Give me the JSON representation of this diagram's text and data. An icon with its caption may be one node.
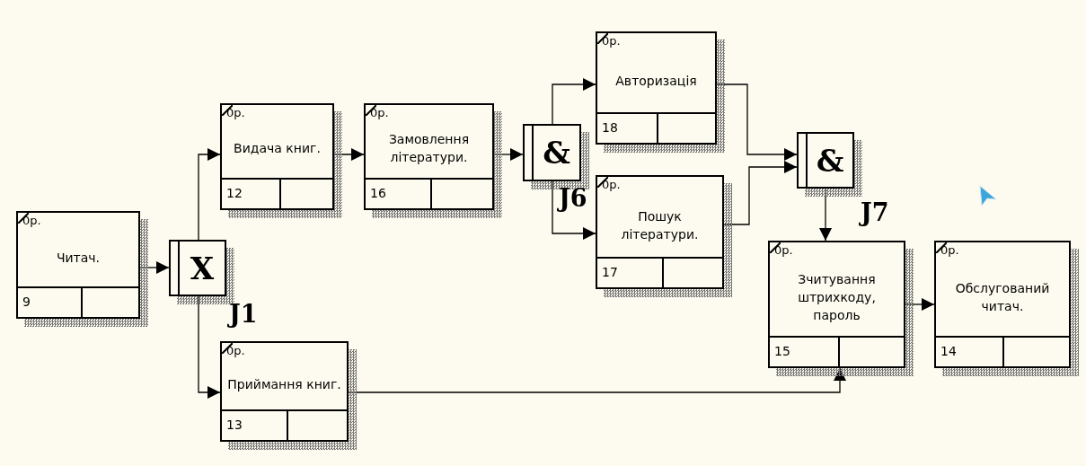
{
  "diagram": {
    "nodes": [
      {
        "text": [
          "0р.",
          "Читач.",
          "9"
        ]
      },
      {
        "text": [
          "X"
        ],
        "beside": [
          "J1"
        ]
      },
      {
        "text": [
          "0р.",
          "Видача книг.",
          "12"
        ]
      },
      {
        "text": [
          "0р.",
          "Приймання книг.",
          "13"
        ]
      },
      {
        "text": [
          "0р.",
          "Замовлення літератури.",
          "16"
        ]
      },
      {
        "text": [
          "&"
        ],
        "beside": [
          "J6"
        ]
      },
      {
        "text": [
          "0р.",
          "Авторизація",
          "18"
        ]
      },
      {
        "text": [
          "0р.",
          "Пошук літератури.",
          "17"
        ]
      },
      {
        "text": [
          "&"
        ],
        "beside": [
          "J7"
        ]
      },
      {
        "text": [
          "0р.",
          "Зчитування штрихкоду, пароль",
          "15"
        ]
      },
      {
        "text": [
          "0р.",
          "Обслугований читач.",
          "14"
        ]
      }
    ],
    "edges": [
      {
        "from": 0,
        "to": 1,
        "arrow": "to"
      },
      {
        "from": 1,
        "to": 2,
        "arrow": "to"
      },
      {
        "from": 1,
        "to": 3,
        "arrow": "to"
      },
      {
        "from": 2,
        "to": 4,
        "arrow": "to"
      },
      {
        "from": 4,
        "to": 5,
        "arrow": "to"
      },
      {
        "from": 5,
        "to": 6,
        "arrow": "to"
      },
      {
        "from": 5,
        "to": 7,
        "arrow": "to"
      },
      {
        "from": 6,
        "to": 8,
        "arrow": "to"
      },
      {
        "from": 7,
        "to": 8,
        "arrow": "to"
      },
      {
        "from": 8,
        "to": 9,
        "arrow": "to"
      },
      {
        "from": 3,
        "to": 9,
        "arrow": "to"
      },
      {
        "from": 9,
        "to": 10,
        "arrow": "to"
      }
    ]
  }
}
